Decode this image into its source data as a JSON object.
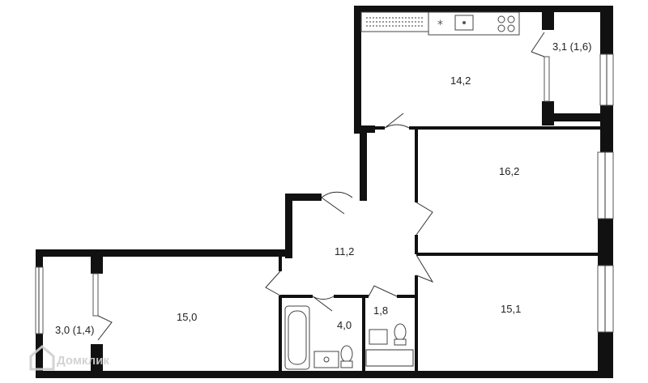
{
  "rooms": {
    "kitchen_area": "14,2",
    "balcony_top_area": "3,1 (1,6)",
    "bedroom_middle_area": "16,2",
    "hall_area": "11,2",
    "living_left_area": "15,0",
    "balcony_left_area": "3,0 (1,4)",
    "bathroom_area": "4,0",
    "wc_area": "1,8",
    "bedroom_bottom_area": "15,1"
  },
  "watermark": {
    "text": "Домклик"
  },
  "colors": {
    "wall": "#111111",
    "background": "#ffffff",
    "watermark": "#cfcfcf"
  }
}
